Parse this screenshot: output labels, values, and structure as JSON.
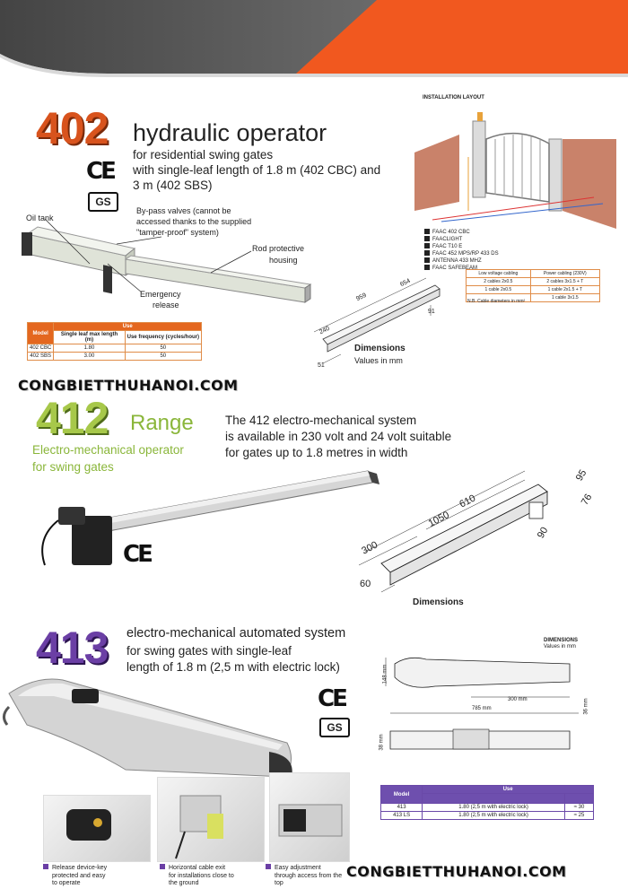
{
  "watermark": "CONGBIETTHUHANOI.COM",
  "section402": {
    "number": "402",
    "title": "hydraulic operator",
    "sub1": "for residential swing gates",
    "sub2": "with single-leaf length of 1.8 m (402 CBC) and",
    "sub3": "3 m (402 SBS)",
    "label_oil": "Oil tank",
    "label_bypass1": "By-pass valves (cannot be",
    "label_bypass2": "accessed thanks to the supplied",
    "label_bypass3": "\"tamper-proof\" system)",
    "label_rod1": "Rod protective",
    "label_rod2": "housing",
    "label_emerg1": "Emergency",
    "label_emerg2": "release",
    "dim_title": "Dimensions",
    "dim_sub": "Values in mm",
    "dims": [
      "240",
      "959",
      "654",
      "51",
      "91"
    ],
    "table": {
      "h_model": "Model",
      "h_use": "Use",
      "h_len": "Single leaf max length (m)",
      "h_freq": "Use frequency (cycles/hour)",
      "rows": [
        {
          "model": "402 CBC",
          "len": "1.80",
          "freq": "50"
        },
        {
          "model": "402 SBS",
          "len": "3.00",
          "freq": "50"
        }
      ]
    },
    "layout_title": "INSTALLATION LAYOUT",
    "layout_legend": [
      "FAAC 402 CBC",
      "FAACLIGHT",
      "FAAC T10 E",
      "FAAC 452 MPS/RP 433 DS",
      "ANTENNA 433 MHZ",
      "FAAC SAFEBEAM"
    ],
    "cable_h1": "Low voltage cabling",
    "cable_h2": "Power cabling (230V)",
    "cable_rows_left": [
      "2 cables 2x0.5",
      "1 cable 2x0.5"
    ],
    "cable_rows_right": [
      "2 cables 3x1.5 + T",
      "1 cable 2x1.5 + T",
      "1 cable 3x1.5"
    ],
    "cable_note": "N.B. Cable diameters in mm²"
  },
  "section412": {
    "number": "412",
    "range": "Range",
    "sub1": "Electro-mechanical operator",
    "sub2": "for swing gates",
    "desc1": "The 412 electro-mechanical system",
    "desc2": "is available in 230 volt and 24 volt suitable",
    "desc3": "for gates up to 1.8 metres in width",
    "ce": "CE",
    "dim_title": "Dimensions",
    "dims": [
      "1050",
      "610",
      "300",
      "60",
      "95",
      "76",
      "90"
    ]
  },
  "section413": {
    "number": "413",
    "title": "electro-mechanical automated system",
    "sub1": "for swing gates with single-leaf",
    "sub2": "length of 1.8 m (2,5 m with electric lock)",
    "ce": "CE",
    "dim_title": "DIMENSIONS",
    "dim_sub": "Values in mm",
    "dims": [
      "148 mm",
      "300 mm",
      "36 mm",
      "785 mm",
      "38 mm"
    ],
    "table": {
      "h_model": "Model",
      "h_use": "Use",
      "rows": [
        {
          "model": "413",
          "len": "1.80 (2,5 m with electric lock)",
          "freq": "≈ 30"
        },
        {
          "model": "413 LS",
          "len": "1.80 (2,5 m with electric lock)",
          "freq": "≈ 25"
        }
      ]
    },
    "captions": [
      {
        "l1": "Release device-key",
        "l2": "protected and easy",
        "l3": "to operate"
      },
      {
        "l1": "Horizontal cable exit",
        "l2": "for installations close to",
        "l3": "the ground"
      },
      {
        "l1": "Easy adjustment",
        "l2": "through access from the",
        "l3": "top"
      }
    ]
  },
  "colors": {
    "orange": "#e4671f",
    "green": "#a7c84a",
    "purple": "#6b3fa5",
    "grey": "#5a5a5a"
  }
}
